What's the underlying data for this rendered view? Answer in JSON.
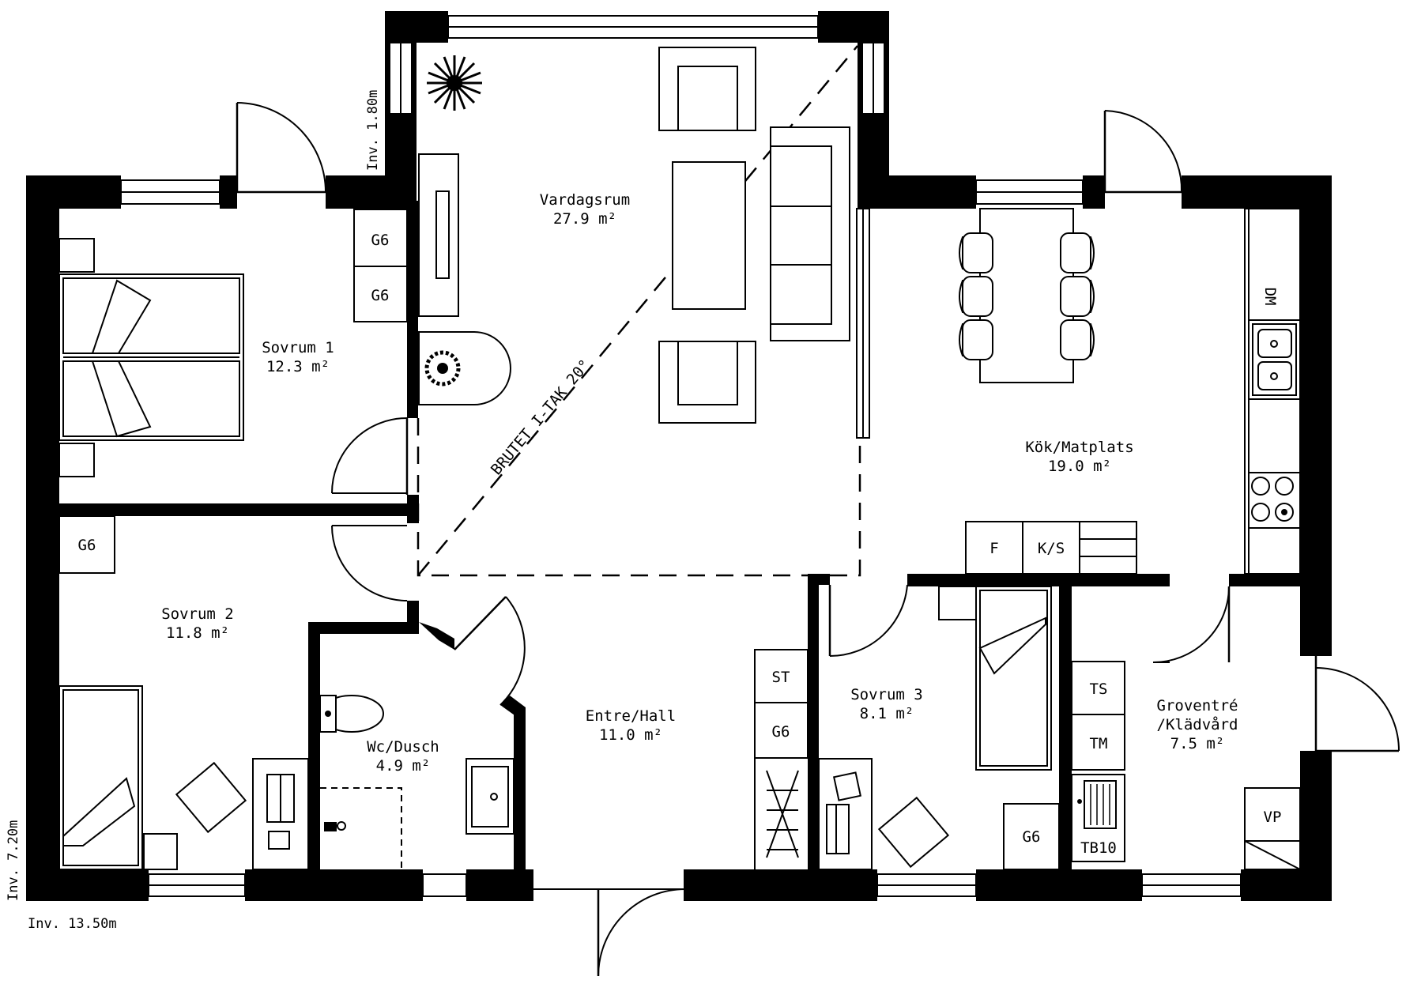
{
  "plan": {
    "rooms": [
      {
        "id": "vardagsrum",
        "name": "Vardagsrum",
        "area": "27.9 m²"
      },
      {
        "id": "sovrum1",
        "name": "Sovrum 1",
        "area": "12.3 m²"
      },
      {
        "id": "sovrum2",
        "name": "Sovrum 2",
        "area": "11.8 m²"
      },
      {
        "id": "kok",
        "name": "Kök/Matplats",
        "area": "19.0 m²"
      },
      {
        "id": "hall",
        "name": "Entre/Hall",
        "area": "11.0 m²"
      },
      {
        "id": "wc",
        "name": "Wc/Dusch",
        "area": "4.9 m²"
      },
      {
        "id": "sovrum3",
        "name": "Sovrum 3",
        "area": "8.1 m²"
      },
      {
        "id": "groventre",
        "name": "Groventré",
        "name2": "/Klädvård",
        "area": "7.5 m²"
      }
    ],
    "roof_note": "BRUTET I-TAK 20°",
    "dimensions": {
      "width": "Inv. 13.50m",
      "depth": "Inv. 7.20m",
      "bay": "Inv. 1.80m"
    },
    "fixtures": {
      "g6": "G6",
      "dm": "DM",
      "f": "F",
      "ks": "K/S",
      "st": "ST",
      "ts": "TS",
      "tm": "TM",
      "tb10": "TB10",
      "vp": "VP"
    }
  }
}
